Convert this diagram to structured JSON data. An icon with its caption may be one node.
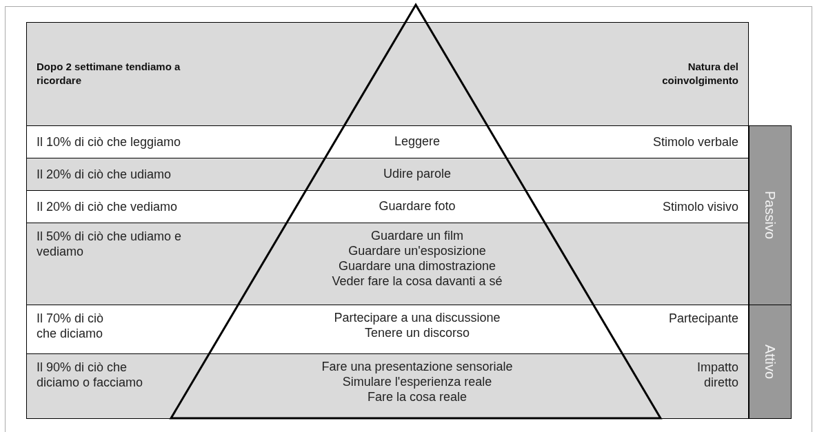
{
  "diagram": {
    "nodes": [
      {
        "text": [
          "Dopo 2 settimane tendiamo a ricordare",
          "Natura del coinvolgimento"
        ]
      },
      {
        "text": [
          "Il 10% di ciò che leggiamo",
          "Leggere",
          "Stimolo verbale"
        ]
      },
      {
        "text": [
          "Il 20% di ciò che udiamo",
          "Udire parole"
        ]
      },
      {
        "text": [
          "Il 20% di ciò che vediamo",
          "Guardare foto",
          "Stimolo visivo"
        ]
      },
      {
        "text": [
          "Il 50% di ciò che udiamo e vediamo",
          "Guardare un film",
          "Guardare un'esposizione",
          "Guardare una dimostrazione",
          "Veder fare la cosa davanti a sé"
        ]
      },
      {
        "text": [
          "Il 70% di ciò che diciamo",
          "Partecipare a una discussione",
          "Tenere un discorso",
          "Partecipante"
        ]
      },
      {
        "text": [
          "Il 90% di ciò che diciamo o facciamo",
          "Fare una presentazione sensoriale",
          "Simulare l'esperienza reale",
          "Fare la cosa reale",
          "Impatto diretto"
        ]
      },
      {
        "text": [
          "Passivo"
        ]
      },
      {
        "text": [
          "Attivo"
        ]
      }
    ]
  }
}
